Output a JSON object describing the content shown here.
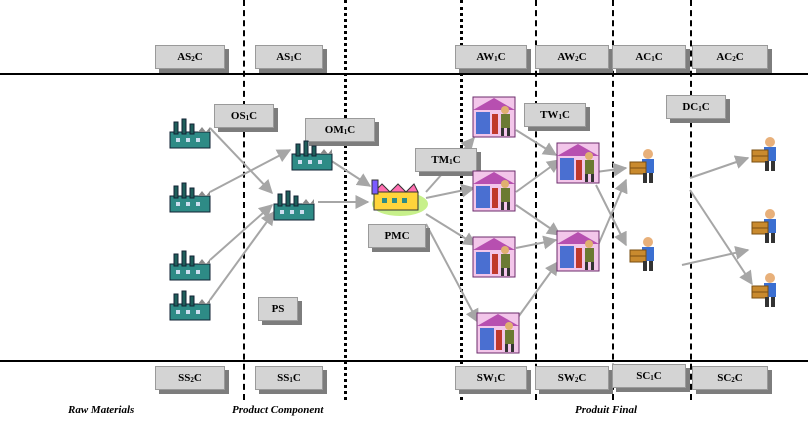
{
  "top_boxes": [
    {
      "id": "as2c",
      "pre": "AS",
      "sub": "2",
      "post": "C"
    },
    {
      "id": "as1c",
      "pre": "AS",
      "sub": "1",
      "post": "C"
    },
    {
      "id": "aw1c",
      "pre": "AW",
      "sub": "1",
      "post": "C"
    },
    {
      "id": "aw2c",
      "pre": "AW",
      "sub": "2",
      "post": "C"
    },
    {
      "id": "ac1c",
      "pre": "AC",
      "sub": "1",
      "post": "C"
    },
    {
      "id": "ac2c",
      "pre": "AC",
      "sub": "2",
      "post": "C"
    }
  ],
  "bottom_boxes": [
    {
      "id": "ss2c",
      "pre": "SS",
      "sub": "2",
      "post": "C"
    },
    {
      "id": "ss1c",
      "pre": "SS",
      "sub": "1",
      "post": "C"
    },
    {
      "id": "sw1c",
      "pre": "SW",
      "sub": "1",
      "post": "C"
    },
    {
      "id": "sw2c",
      "pre": "SW",
      "sub": "2",
      "post": "C"
    },
    {
      "id": "sc1c",
      "pre": "SC",
      "sub": "1",
      "post": "C"
    },
    {
      "id": "sc2c",
      "pre": "SC",
      "sub": "2",
      "post": "C"
    }
  ],
  "mid_boxes": [
    {
      "id": "os1c",
      "pre": "OS",
      "sub": "1",
      "post": "C"
    },
    {
      "id": "om1c",
      "pre": "OM",
      "sub": "1",
      "post": "C"
    },
    {
      "id": "tm1c",
      "pre": "TM",
      "sub": "1",
      "post": "C"
    },
    {
      "id": "tw1c",
      "pre": "TW",
      "sub": "1",
      "post": "C"
    },
    {
      "id": "dc1c",
      "pre": "DC",
      "sub": "1",
      "post": "C"
    },
    {
      "id": "pmc",
      "pre": "PMC",
      "sub": "",
      "post": ""
    },
    {
      "id": "ps",
      "pre": "PS",
      "sub": "",
      "post": ""
    }
  ],
  "captions": {
    "raw": "Raw Materials",
    "component": "Product Component",
    "final": "Produit Final"
  },
  "icons": {
    "supplier": "factory-icon",
    "manufacturer": "colorful-factory-icon",
    "warehouse": "warehouse-worker-icon",
    "customer": "delivery-person-icon"
  },
  "colors": {
    "box_fill": "#d4d4d4",
    "box_shadow": "#7d7d7d",
    "arrow": "#a6a6a6",
    "factory": "#2e8b86"
  }
}
